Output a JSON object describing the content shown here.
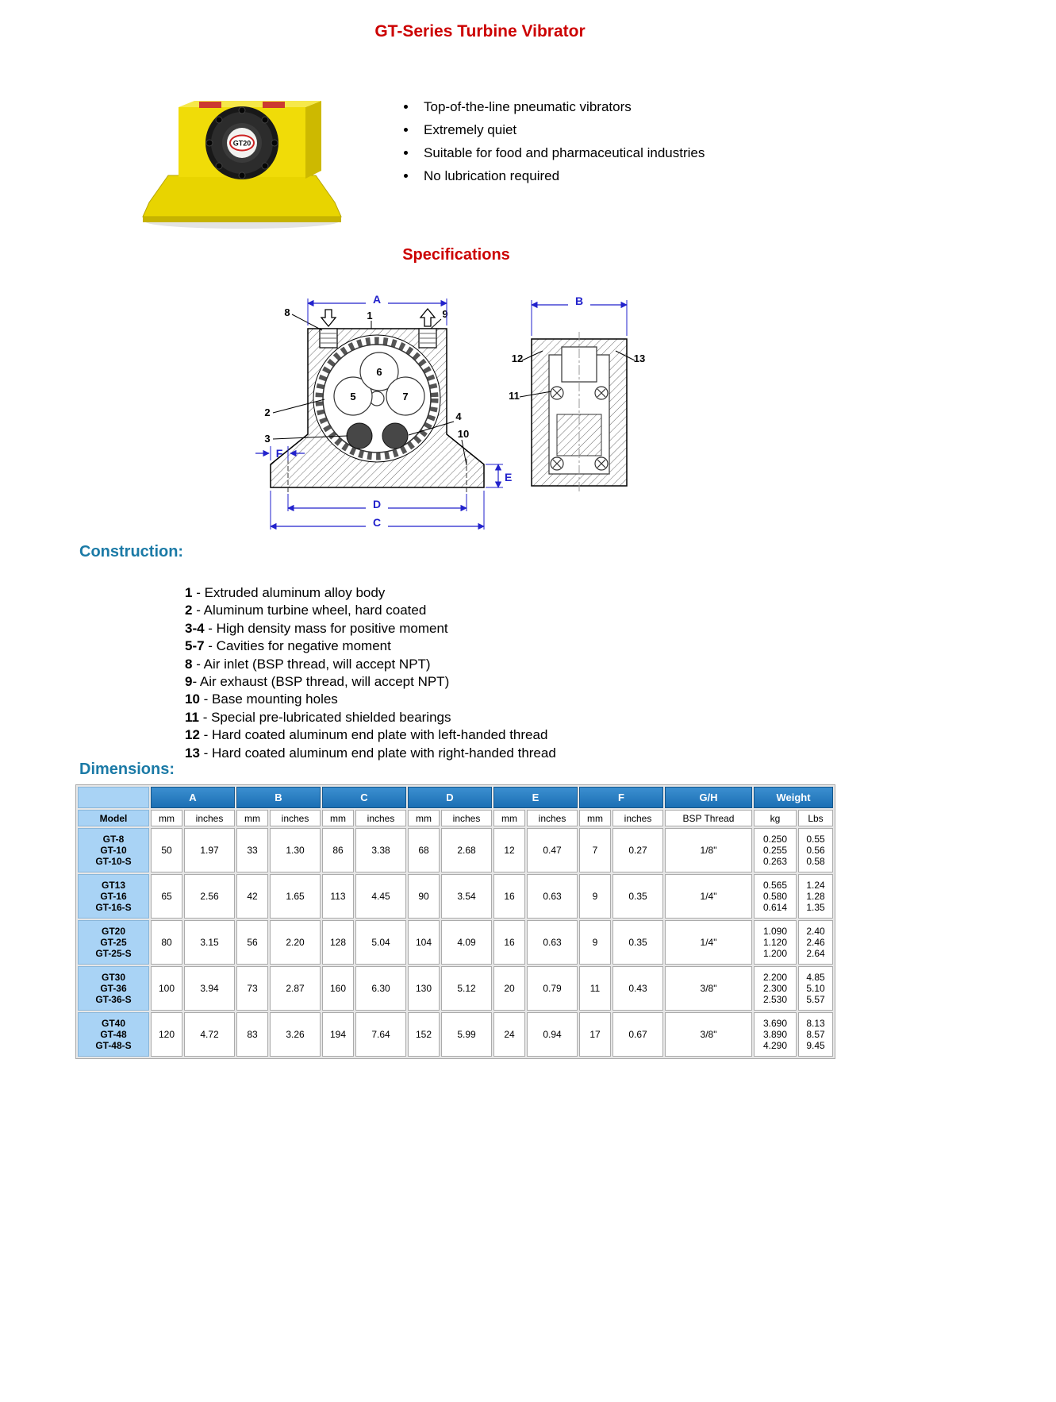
{
  "page": {
    "title": "GT-Series Turbine Vibrator",
    "specifications_heading": "Specifications",
    "construction_heading": "Construction:",
    "dimensions_heading": "Dimensions:"
  },
  "product": {
    "badge": "GT20"
  },
  "features": [
    "Top-of-the-line pneumatic vibrators",
    "Extremely quiet",
    "Suitable for food and pharmaceutical industries",
    "No lubrication required"
  ],
  "construction_items": [
    {
      "num": "1",
      "text": " - Extruded aluminum alloy body"
    },
    {
      "num": "2",
      "text": " - Aluminum turbine wheel, hard coated"
    },
    {
      "num": "3-4",
      "text": " - High density mass for positive moment"
    },
    {
      "num": "5-7",
      "text": " - Cavities for negative moment"
    },
    {
      "num": "8",
      "text": " - Air inlet (BSP thread, will accept NPT)"
    },
    {
      "num": "9",
      "text": "- Air exhaust (BSP thread, will accept NPT)"
    },
    {
      "num": "10",
      "text": " - Base mounting holes"
    },
    {
      "num": "11",
      "text": " - Special pre-lubricated shielded bearings"
    },
    {
      "num": "12",
      "text": " - Hard coated aluminum end plate with left-handed thread"
    },
    {
      "num": "13",
      "text": " - Hard coated aluminum end plate with right-handed thread"
    }
  ],
  "diagram": {
    "dims": {
      "a": "A",
      "b": "B",
      "c": "C",
      "d": "D",
      "e": "E",
      "f": "F"
    },
    "parts": {
      "p1": "1",
      "p2": "2",
      "p3": "3",
      "p4": "4",
      "p5": "5",
      "p6": "6",
      "p7": "7",
      "p8": "8",
      "p9": "9",
      "p10": "10",
      "p11": "11",
      "p12": "12",
      "p13": "13"
    }
  },
  "dimensions_table": {
    "group_headers": [
      "A",
      "B",
      "C",
      "D",
      "E",
      "F",
      "G/H",
      "Weight"
    ],
    "model_label": "Model",
    "mm_label": "mm",
    "inches_label": "inches",
    "bsp_label": "BSP Thread",
    "kg_label": "kg",
    "lbs_label": "Lbs",
    "rows": [
      {
        "models": [
          "GT-8",
          "GT-10",
          "GT-10-S"
        ],
        "a_mm": "50",
        "a_in": "1.97",
        "b_mm": "33",
        "b_in": "1.30",
        "c_mm": "86",
        "c_in": "3.38",
        "d_mm": "68",
        "d_in": "2.68",
        "e_mm": "12",
        "e_in": "0.47",
        "f_mm": "7",
        "f_in": "0.27",
        "gh": "1/8\"",
        "kg": [
          "0.250",
          "0.255",
          "0.263"
        ],
        "lbs": [
          "0.55",
          "0.56",
          "0.58"
        ]
      },
      {
        "models": [
          "GT13",
          "GT-16",
          "GT-16-S"
        ],
        "a_mm": "65",
        "a_in": "2.56",
        "b_mm": "42",
        "b_in": "1.65",
        "c_mm": "113",
        "c_in": "4.45",
        "d_mm": "90",
        "d_in": "3.54",
        "e_mm": "16",
        "e_in": "0.63",
        "f_mm": "9",
        "f_in": "0.35",
        "gh": "1/4\"",
        "kg": [
          "0.565",
          "0.580",
          "0.614"
        ],
        "lbs": [
          "1.24",
          "1.28",
          "1.35"
        ]
      },
      {
        "models": [
          "GT20",
          "GT-25",
          "GT-25-S"
        ],
        "a_mm": "80",
        "a_in": "3.15",
        "b_mm": "56",
        "b_in": "2.20",
        "c_mm": "128",
        "c_in": "5.04",
        "d_mm": "104",
        "d_in": "4.09",
        "e_mm": "16",
        "e_in": "0.63",
        "f_mm": "9",
        "f_in": "0.35",
        "gh": "1/4\"",
        "kg": [
          "1.090",
          "1.120",
          "1.200"
        ],
        "lbs": [
          "2.40",
          "2.46",
          "2.64"
        ]
      },
      {
        "models": [
          "GT30",
          "GT-36",
          "GT-36-S"
        ],
        "a_mm": "100",
        "a_in": "3.94",
        "b_mm": "73",
        "b_in": "2.87",
        "c_mm": "160",
        "c_in": "6.30",
        "d_mm": "130",
        "d_in": "5.12",
        "e_mm": "20",
        "e_in": "0.79",
        "f_mm": "11",
        "f_in": "0.43",
        "gh": "3/8\"",
        "kg": [
          "2.200",
          "2.300",
          "2.530"
        ],
        "lbs": [
          "4.85",
          "5.10",
          "5.57"
        ]
      },
      {
        "models": [
          "GT40",
          "GT-48",
          "GT-48-S"
        ],
        "a_mm": "120",
        "a_in": "4.72",
        "b_mm": "83",
        "b_in": "3.26",
        "c_mm": "194",
        "c_in": "7.64",
        "d_mm": "152",
        "d_in": "5.99",
        "e_mm": "24",
        "e_in": "0.94",
        "f_mm": "17",
        "f_in": "0.67",
        "gh": "3/8\"",
        "kg": [
          "3.690",
          "3.890",
          "4.290"
        ],
        "lbs": [
          "8.13",
          "8.57",
          "9.45"
        ]
      }
    ]
  }
}
